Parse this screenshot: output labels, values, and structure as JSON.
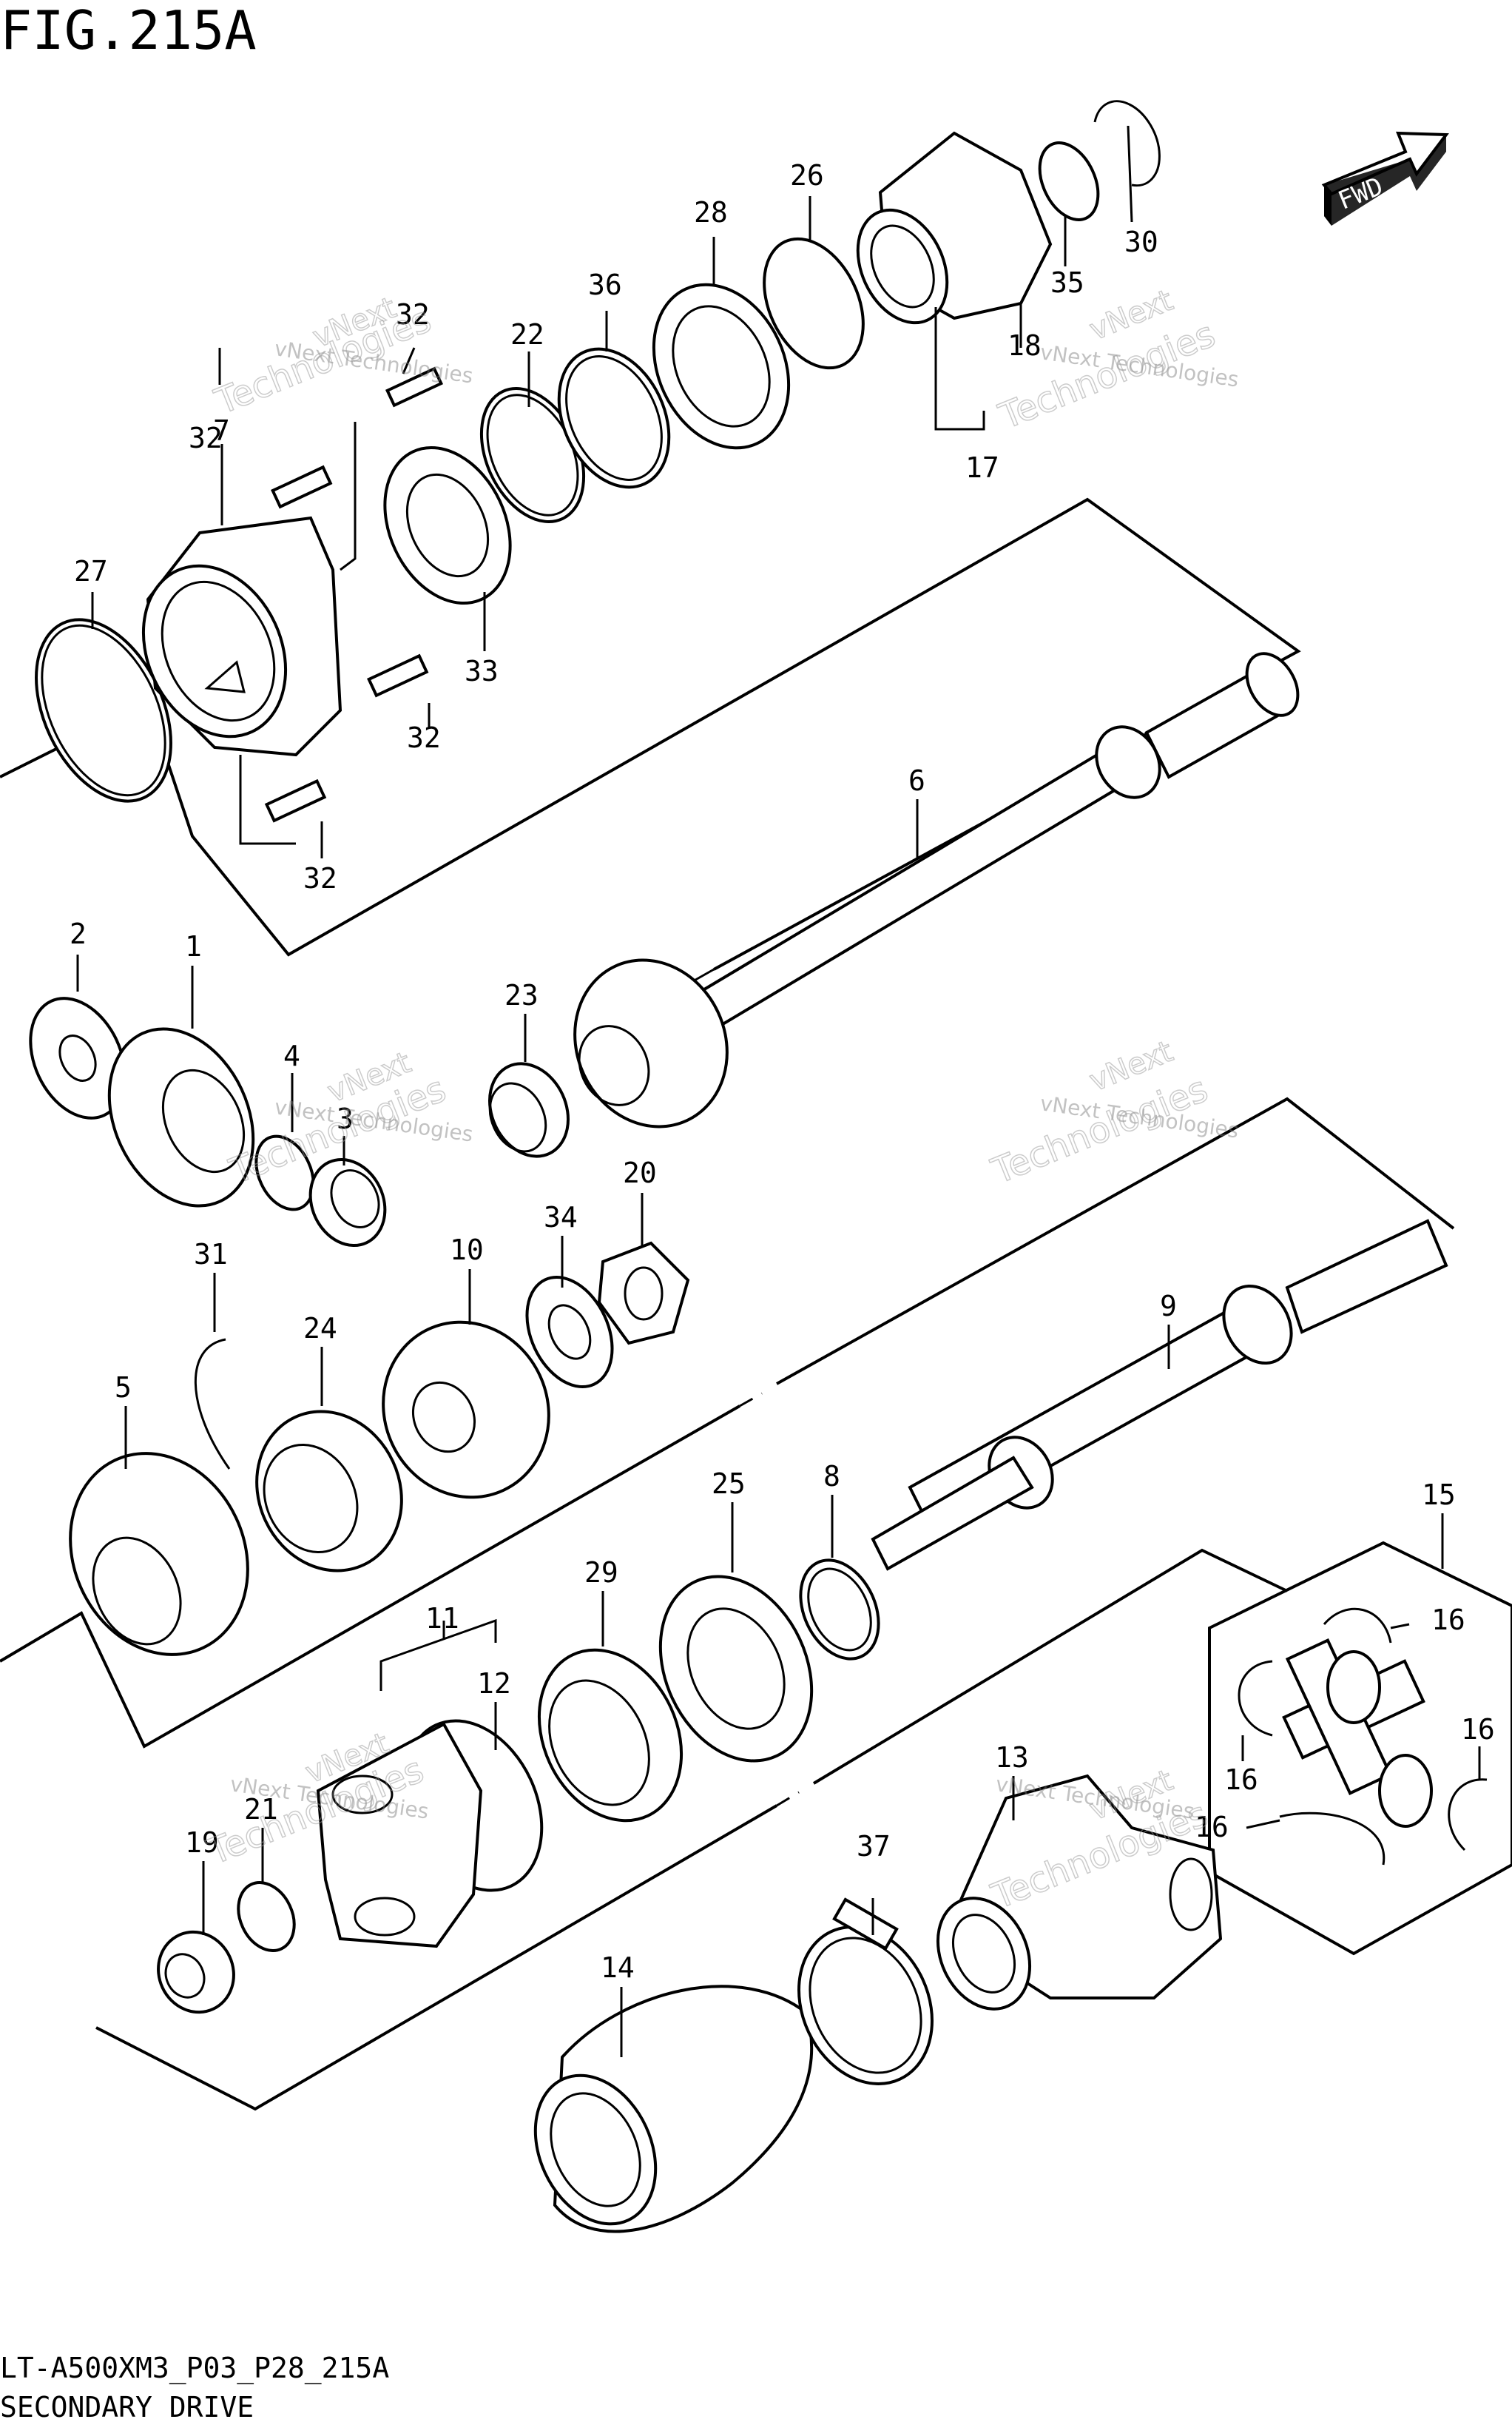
{
  "header": {
    "figure_title": "FIG.215A"
  },
  "footer": {
    "model_code": "LT-A500XM3_P03_P28_215A",
    "section_name": "SECONDARY DRIVE"
  },
  "fwd_arrow": {
    "label": "FWD"
  },
  "watermark": {
    "line1": "vNext Technologies",
    "line2": "vNext",
    "line3": "Technologies"
  },
  "part_labels": {
    "p1": "1",
    "p2": "2",
    "p3": "3",
    "p4": "4",
    "p5": "5",
    "p6": "6",
    "p7": "7",
    "p8": "8",
    "p9": "9",
    "p10": "10",
    "p11": "11",
    "p12": "12",
    "p13": "13",
    "p14": "14",
    "p15": "15",
    "p16": "16",
    "p17": "17",
    "p18": "18",
    "p19": "19",
    "p20": "20",
    "p21": "21",
    "p22": "22",
    "p23": "23",
    "p24": "24",
    "p25": "25",
    "p26": "26",
    "p27": "27",
    "p28": "28",
    "p29": "29",
    "p30": "30",
    "p31": "31",
    "p32": "32",
    "p33": "33",
    "p34": "34",
    "p35": "35",
    "p36": "36",
    "p37": "37"
  }
}
